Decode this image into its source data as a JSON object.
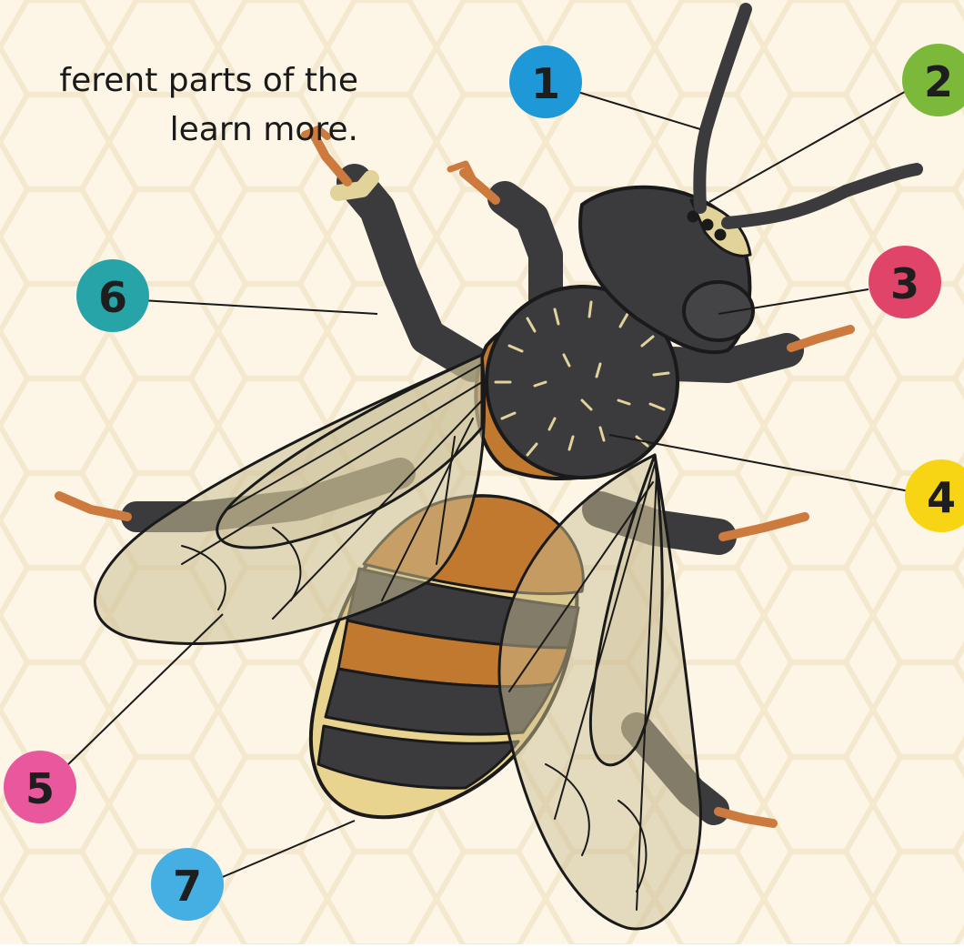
{
  "instructions": {
    "line1": "ferent parts of the",
    "line2": "learn more."
  },
  "colors": {
    "background": "#fdf6e6",
    "honeycomb": "#f4ead2",
    "bee_body": "#3b3b3d",
    "bee_hair": "#e2d39b",
    "bee_orange": "#c1792f",
    "bee_stripe_yellow": "#e8d38f",
    "wing": "#cbbd94",
    "leg_tip": "#cc7a3e",
    "line": "#1a1a1a"
  },
  "markers": [
    {
      "label": "1",
      "color": "#1f98d8",
      "part": "antenna"
    },
    {
      "label": "2",
      "color": "#7cb83a",
      "part": "simple eyes"
    },
    {
      "label": "3",
      "color": "#e04468",
      "part": "compound eye"
    },
    {
      "label": "4",
      "color": "#f7d515",
      "part": "thorax"
    },
    {
      "label": "5",
      "color": "#e9579c",
      "part": "wings"
    },
    {
      "label": "6",
      "color": "#26a4a8",
      "part": "legs"
    },
    {
      "label": "7",
      "color": "#45aee2",
      "part": "abdomen"
    }
  ]
}
